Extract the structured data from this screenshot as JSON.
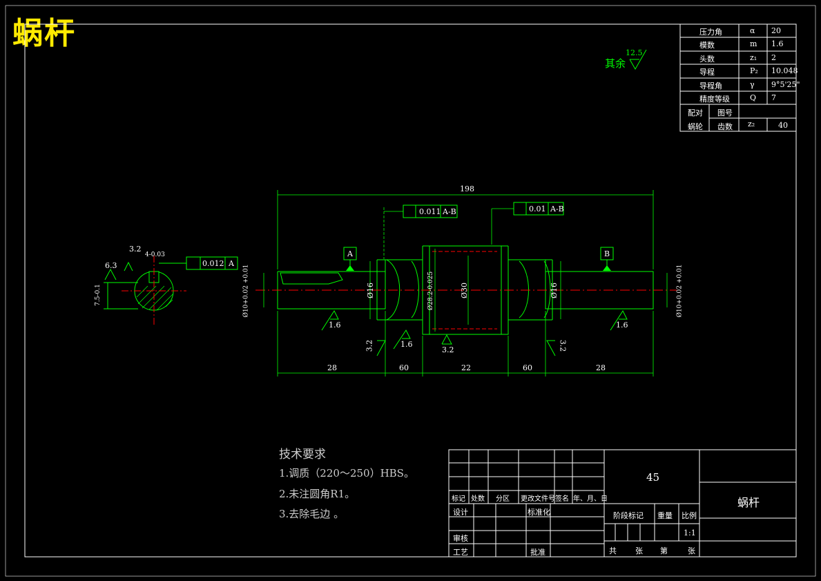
{
  "title_overlay": "蜗杆",
  "roughness_rest": {
    "label": "其余",
    "value": "12.5"
  },
  "params": [
    {
      "name": "压力角",
      "symbol": "α",
      "value": "20"
    },
    {
      "name": "模数",
      "symbol": "m",
      "value": "1.6"
    },
    {
      "name": "头数",
      "symbol": "z₁",
      "value": "2"
    },
    {
      "name": "导程",
      "symbol": "P₂",
      "value": "10.048"
    },
    {
      "name": "导程角",
      "symbol": "γ",
      "value": "9°5'25\""
    },
    {
      "name": "精度等级",
      "symbol": "Q",
      "value": "7"
    }
  ],
  "mating": {
    "label_a": "配对",
    "label_b": "蜗轮",
    "drawing_no": "图号",
    "teeth": "齿数",
    "teeth_symbol": "z₂",
    "teeth_value": "40"
  },
  "dims": {
    "overall": "198",
    "left_len": "28",
    "seg1": "60",
    "center": "22",
    "seg2": "60",
    "right_len": "28",
    "d_left": "Ø10+0.02 +0.01",
    "d_left2": "Ø16",
    "d_center": "Ø28.2-0.025",
    "d_center2": "Ø30",
    "d_right2": "Ø16",
    "d_right": "Ø10+0.02 +0.01",
    "tol1_val": "0.011",
    "tol1_ref": "A-B",
    "tol2_val": "0.01",
    "tol2_ref": "A-B",
    "datum_a": "A",
    "datum_b": "B",
    "rough_a": "1.6",
    "rough_b": "3.2",
    "rough_c": "1.6",
    "rough_d": "3.2",
    "rough_e": "3.2",
    "rough_f": "1.6",
    "sec_r1": "3.2",
    "sec_r2": "6.3",
    "sec_key": "4-0.03",
    "sec_depth": "7.5-0.1",
    "sec_tol": "0.012",
    "sec_ref": "A"
  },
  "requirements": {
    "heading": "技术要求",
    "items": [
      "1.调质（220～250）HBS。",
      "2.未注圆角R1。",
      "3.去除毛边 。"
    ]
  },
  "title_block": {
    "material": "45",
    "part_name": "蜗杆",
    "row_labels": [
      "标记",
      "处数",
      "分区",
      "更改文件号",
      "签名",
      "年、月、日"
    ],
    "design": "设计",
    "standard": "标准化",
    "stage": "阶段标记",
    "weight": "重量",
    "scale": "比例",
    "scale_value": "1:1",
    "review": "审核",
    "process": "工艺",
    "approve": "批准",
    "total": "共",
    "sheets": "张",
    "no": "第",
    "sheet": "张"
  },
  "colors": {
    "line": "#00ff00",
    "center": "#ff0000",
    "text": "#ffffff",
    "title": "#ffea00"
  }
}
